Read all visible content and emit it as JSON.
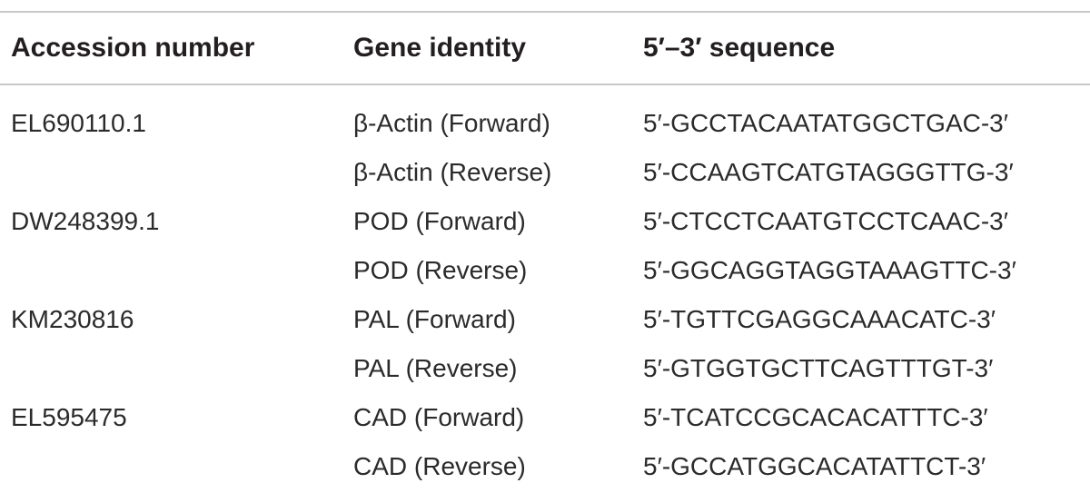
{
  "table": {
    "headers": [
      "Accession number",
      "Gene identity",
      "5′–3′ sequence"
    ],
    "rows": [
      {
        "accession": "EL690110.1",
        "gene": "β-Actin (Forward)",
        "sequence": "5′-GCCTACAATATGGCTGAC-3′"
      },
      {
        "accession": "",
        "gene": "β-Actin (Reverse)",
        "sequence": "5′-CCAAGTCATGTAGGGTTG-3′"
      },
      {
        "accession": "DW248399.1",
        "gene": "POD (Forward)",
        "sequence": "5′-CTCCTCAATGTCCTCAAC-3′"
      },
      {
        "accession": "",
        "gene": "POD (Reverse)",
        "sequence": "5′-GGCAGGTAGGTAAAGTTC-3′"
      },
      {
        "accession": "KM230816",
        "gene": "PAL (Forward)",
        "sequence": "5′-TGTTCGAGGCAAACATC-3′"
      },
      {
        "accession": "",
        "gene": "PAL (Reverse)",
        "sequence": "5′-GTGGTGCTTCAGTTTGT-3′"
      },
      {
        "accession": "EL595475",
        "gene": "CAD (Forward)",
        "sequence": "5′-TCATCCGCACACATTTC-3′"
      },
      {
        "accession": "",
        "gene": "CAD (Reverse)",
        "sequence": "5′-GCCATGGCACATATTCT-3′"
      }
    ]
  }
}
